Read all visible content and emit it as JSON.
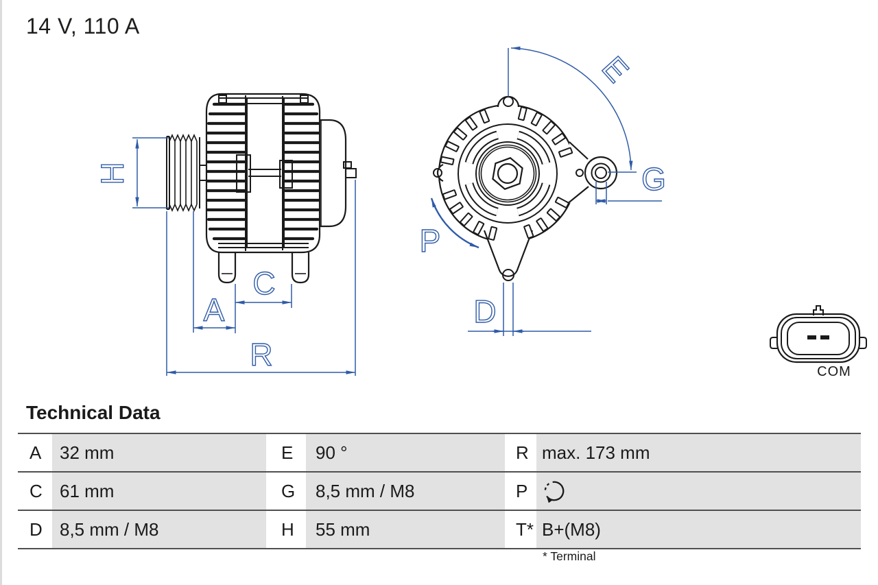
{
  "title": "14 V, 110 A",
  "drawing": {
    "labels": {
      "H": "H",
      "A": "A",
      "C": "C",
      "R": "R",
      "E": "E",
      "G": "G",
      "P": "P",
      "D": "D"
    },
    "connector_label": "COM",
    "colors": {
      "dimension_blue": "#2f5ba7",
      "line_black": "#1a1a1a",
      "table_cell_gray": "#e2e2e3"
    }
  },
  "table": {
    "heading": "Technical Data",
    "rows": [
      [
        {
          "key": "A",
          "value": "32 mm"
        },
        {
          "key": "E",
          "value": "90 °"
        },
        {
          "key": "R",
          "value": "max. 173 mm"
        }
      ],
      [
        {
          "key": "C",
          "value": "61 mm"
        },
        {
          "key": "G",
          "value": "8,5 mm / M8"
        },
        {
          "key": "P",
          "value": "",
          "icon": "rotation-clockwise"
        }
      ],
      [
        {
          "key": "D",
          "value": "8,5 mm / M8"
        },
        {
          "key": "H",
          "value": "55 mm"
        },
        {
          "key": "T*",
          "value": "B+(M8)"
        }
      ]
    ],
    "footnote": "* Terminal"
  }
}
